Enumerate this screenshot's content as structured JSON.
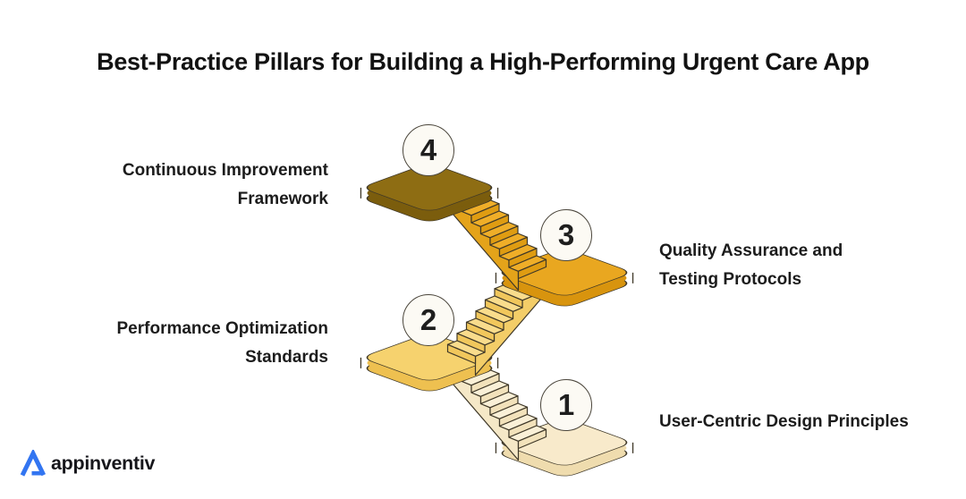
{
  "title": "Best-Practice Pillars for Building a High-Performing Urgent Care App",
  "pillars": [
    {
      "number": "1",
      "label_lines": [
        "User-Centric Design Principles"
      ],
      "platform_top": "#F8EACB",
      "platform_side": "#EFDCAE"
    },
    {
      "number": "2",
      "label_lines": [
        "Performance Optimization",
        "Standards"
      ],
      "platform_top": "#F6D26E",
      "platform_side": "#EEC050"
    },
    {
      "number": "3",
      "label_lines": [
        "Quality Assurance and",
        "Testing Protocols"
      ],
      "platform_top": "#E9A720",
      "platform_side": "#D8940E"
    },
    {
      "number": "4",
      "label_lines": [
        "Continuous Improvement",
        "Framework"
      ],
      "platform_top": "#8E6D13",
      "platform_side": "#7B5D0D"
    }
  ],
  "flights": [
    {
      "between": "1-2",
      "step_top": "#FAF0D7",
      "riser": "#F2E2BB",
      "stringer": "#F5E8C7"
    },
    {
      "between": "2-3",
      "step_top": "#F9DC8C",
      "riser": "#F1C75C",
      "stringer": "#F3CD68"
    },
    {
      "between": "3-4",
      "step_top": "#EFAE28",
      "riser": "#DF9C12",
      "stringer": "#E4A31A"
    }
  ],
  "styles": {
    "outline": "#3F3828",
    "circle_fill": "#FCFAF4",
    "circle_border": "#4B463C",
    "number_color": "#1E1E1E",
    "label_color": "#1C1C1C",
    "title_color": "#121212"
  },
  "brand": {
    "name": "appinventiv",
    "icon_color": "#3275F1",
    "text_color": "#16161B"
  }
}
